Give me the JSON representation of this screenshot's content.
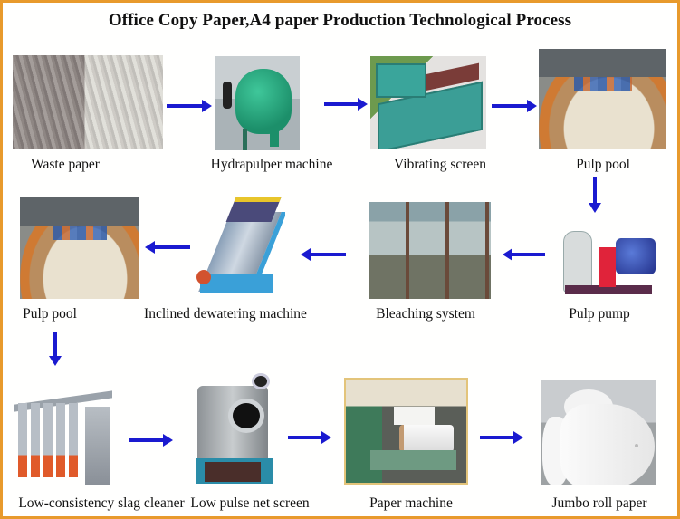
{
  "title": "Office Copy Paper,A4 paper Production Technological Process",
  "colors": {
    "border": "#e89a2c",
    "arrow": "#1a1ad0",
    "text": "#111111",
    "background": "#ffffff"
  },
  "steps": [
    {
      "id": 1,
      "label": "Waste paper",
      "image": "waste-paper-bales-photo"
    },
    {
      "id": 2,
      "label": "Hydrapulper machine",
      "image": "green-hydrapulper-tank"
    },
    {
      "id": 3,
      "label": "Vibrating screen",
      "image": "teal-vibrating-screen"
    },
    {
      "id": 4,
      "label": "Pulp pool",
      "image": "pulp-pool-photo"
    },
    {
      "id": 5,
      "label": "Pulp pump",
      "image": "pulp-pump-blue-motor"
    },
    {
      "id": 6,
      "label": "Bleaching system",
      "image": "bleaching-facility-photo"
    },
    {
      "id": 7,
      "label": "Inclined dewatering machine",
      "image": "inclined-dewatering-machine"
    },
    {
      "id": 8,
      "label": "Pulp pool",
      "image": "pulp-pool-photo"
    },
    {
      "id": 9,
      "label": "Low-consistency slag cleaner",
      "image": "slag-cleaner-array"
    },
    {
      "id": 10,
      "label": "Low pulse net screen",
      "image": "pressure-screen-drum"
    },
    {
      "id": 11,
      "label": "Paper machine",
      "image": "paper-machine-photo"
    },
    {
      "id": 12,
      "label": "Jumbo roll paper",
      "image": "jumbo-paper-rolls"
    }
  ],
  "flow": [
    {
      "from": 1,
      "to": 2,
      "direction": "right"
    },
    {
      "from": 2,
      "to": 3,
      "direction": "right"
    },
    {
      "from": 3,
      "to": 4,
      "direction": "right"
    },
    {
      "from": 4,
      "to": 5,
      "direction": "down"
    },
    {
      "from": 5,
      "to": 6,
      "direction": "left"
    },
    {
      "from": 6,
      "to": 7,
      "direction": "left"
    },
    {
      "from": 7,
      "to": 8,
      "direction": "left"
    },
    {
      "from": 8,
      "to": 9,
      "direction": "down"
    },
    {
      "from": 9,
      "to": 10,
      "direction": "right"
    },
    {
      "from": 10,
      "to": 11,
      "direction": "right"
    },
    {
      "from": 11,
      "to": 12,
      "direction": "right"
    }
  ]
}
